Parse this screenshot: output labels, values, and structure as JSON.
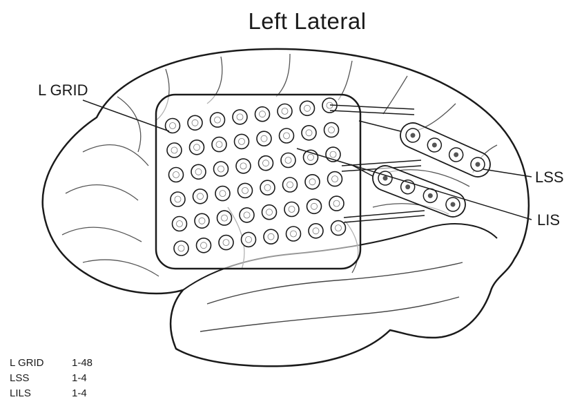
{
  "title": "Left Lateral",
  "labels": {
    "grid": "L GRID",
    "lss": "LSS",
    "lis": "LIS"
  },
  "legend": [
    {
      "name": "L GRID",
      "range": "1-48"
    },
    {
      "name": "LSS",
      "range": "1-4"
    },
    {
      "name": "LILS",
      "range": "1-4"
    }
  ],
  "grid": {
    "rows": 6,
    "cols": 8,
    "count": 48
  },
  "strips": {
    "lss_count": 4,
    "lis_count": 4
  },
  "colors": {
    "ink": "#1a1a1a",
    "background": "#ffffff"
  }
}
